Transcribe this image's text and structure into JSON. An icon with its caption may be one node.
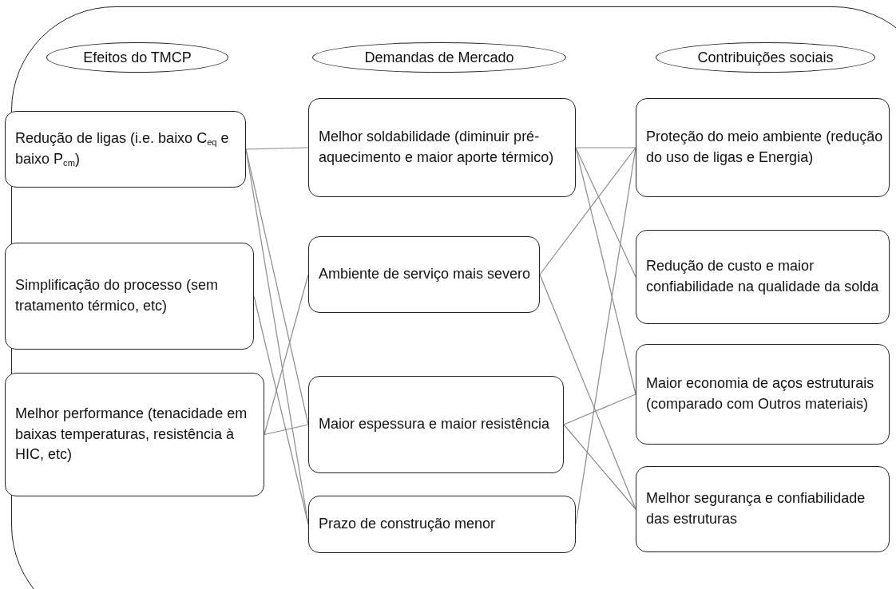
{
  "diagram": {
    "nodes": [
      {
        "text": [],
        "shape": "box"
      },
      {
        "text": [
          "Efeitos do TMCP"
        ],
        "in": 0
      },
      {
        "text": [
          "Demandas de Mercado"
        ],
        "in": 0
      },
      {
        "text": [
          "Contribuições sociais"
        ],
        "in": 0
      },
      {
        "text": [
          "Redução de ligas (i.e. baixo C$_{eq}$ e baixo P$_{cm}$)"
        ],
        "in": 0
      },
      {
        "text": [
          "Simplificação do processo (sem tratamento térmico, etc)"
        ],
        "in": 0
      },
      {
        "text": [
          "Melhor performance (tenacidade em baixas temperaturas, resistência à HIC, etc)"
        ],
        "in": 0
      },
      {
        "text": [
          "Melhor soldabilidade (diminuir pré-aquecimento e maior aporte térmico)"
        ],
        "in": 0
      },
      {
        "text": [
          "Ambiente de serviço mais severo"
        ],
        "in": 0
      },
      {
        "text": [
          "Maior espessura e maior resistência"
        ],
        "in": 0
      },
      {
        "text": [
          "Prazo de construção menor"
        ],
        "in": 0
      },
      {
        "text": [
          "Proteção do meio ambiente (redução do uso de ligas e Energia)"
        ],
        "in": 0
      },
      {
        "text": [
          "Redução de custo e maior confiabilidade na qualidade da solda"
        ],
        "in": 0
      },
      {
        "text": [
          "Maior economia de aços estruturais (comparado com Outros materiais)"
        ],
        "in": 0
      },
      {
        "text": [
          "Melhor segurança e confiabilidade das estruturas"
        ],
        "in": 0
      }
    ],
    "edges": [
      {
        "from": 4,
        "to": 7,
        "arrow": "none"
      },
      {
        "from": 4,
        "to": 9,
        "arrow": "none"
      },
      {
        "from": 4,
        "to": 10,
        "arrow": "none"
      },
      {
        "from": 5,
        "to": 10,
        "arrow": "none"
      },
      {
        "from": 6,
        "to": 8,
        "arrow": "none"
      },
      {
        "from": 6,
        "to": 9,
        "arrow": "none"
      },
      {
        "from": 7,
        "to": 11,
        "arrow": "none"
      },
      {
        "from": 7,
        "to": 12,
        "arrow": "none"
      },
      {
        "from": 7,
        "to": 13,
        "arrow": "none"
      },
      {
        "from": 8,
        "to": 11,
        "arrow": "none"
      },
      {
        "from": 8,
        "to": 14,
        "arrow": "none"
      },
      {
        "from": 9,
        "to": 13,
        "arrow": "none"
      },
      {
        "from": 9,
        "to": 14,
        "arrow": "none"
      },
      {
        "from": 10,
        "to": 11,
        "arrow": "none"
      }
    ]
  }
}
